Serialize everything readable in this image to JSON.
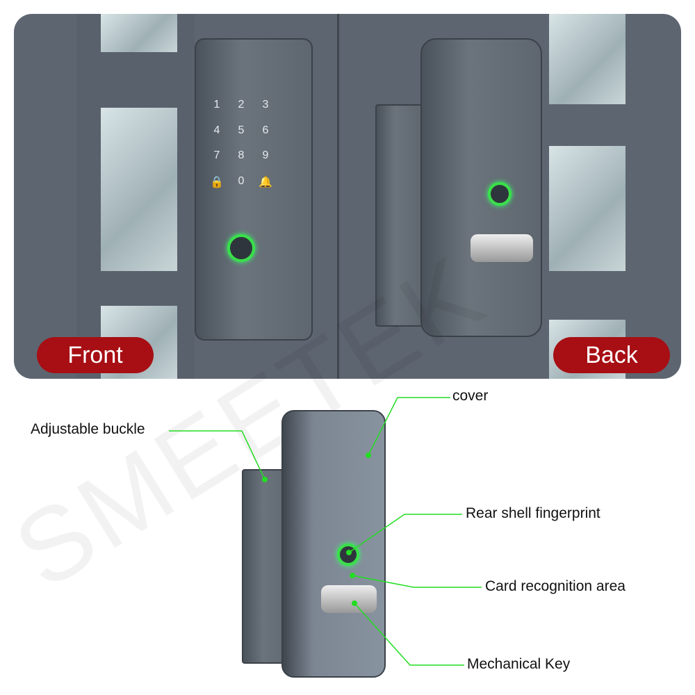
{
  "top_panel": {
    "front_label": "Front",
    "back_label": "Back",
    "keypad": [
      "1",
      "2",
      "3",
      "4",
      "5",
      "6",
      "7",
      "8",
      "9",
      "0"
    ]
  },
  "callouts": {
    "cover": "cover",
    "adjustable_buckle": "Adjustable buckle",
    "rear_fingerprint": "Rear shell fingerprint",
    "card_area": "Card recognition area",
    "mechanical_key": "Mechanical Key"
  },
  "watermark": "SMEETEK",
  "colors": {
    "badge": "#a70f14",
    "leader": "#22dd22",
    "fingerprint_ring": "#39e04a"
  }
}
